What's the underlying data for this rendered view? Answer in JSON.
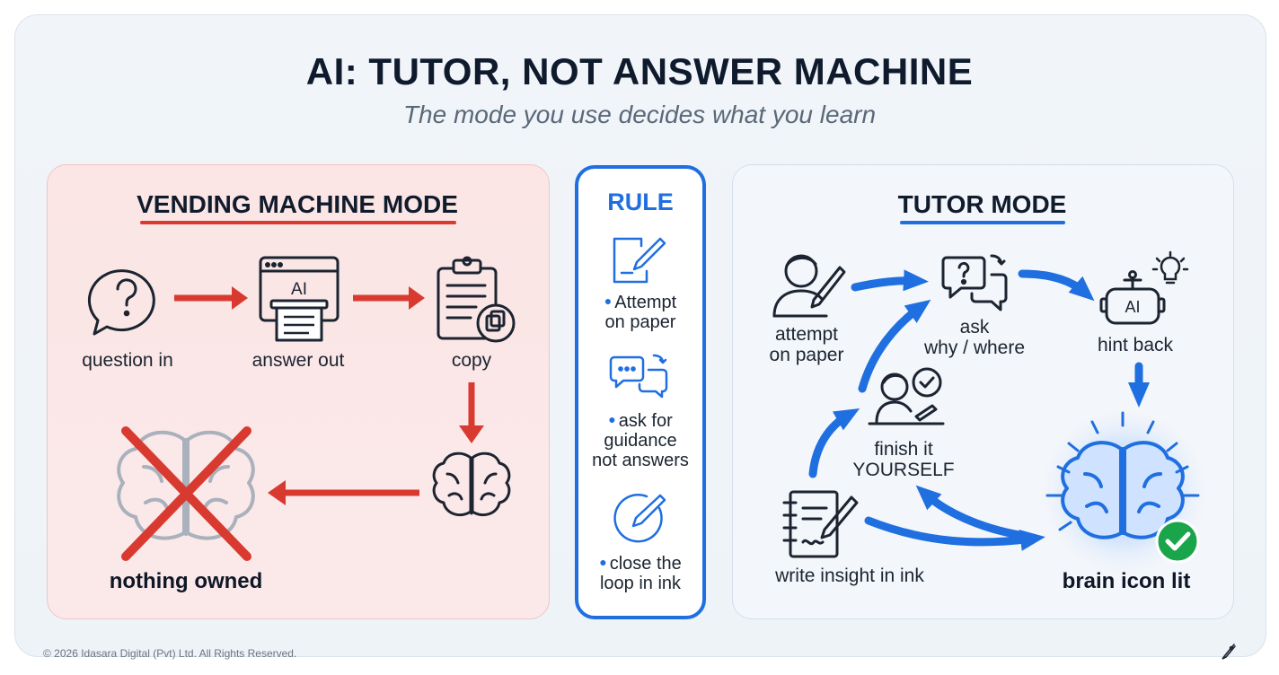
{
  "title": "AI: TUTOR, NOT ANSWER MACHINE",
  "subtitle": "The mode you use decides what you learn",
  "vending": {
    "heading": "VENDING MACHINE MODE",
    "question_label": "question in",
    "answer_label": "answer out",
    "answer_icon_text": "AI",
    "copy_label": "copy",
    "nothing_label": "nothing owned",
    "accent_color": "#d93a30"
  },
  "rule": {
    "heading": "RULE",
    "items": [
      {
        "line1": "Attempt",
        "line2": "on paper",
        "line3": ""
      },
      {
        "line1": "ask for",
        "line2": "guidance",
        "line3": "not answers"
      },
      {
        "line1": "close the",
        "line2": "loop in ink",
        "line3": ""
      }
    ],
    "accent_color": "#1f6fe0"
  },
  "tutor": {
    "heading": "TUTOR MODE",
    "attempt_line1": "attempt",
    "attempt_line2": "on paper",
    "ask_line1": "ask",
    "ask_line2": "why / where",
    "hint_label": "hint back",
    "hint_icon_text": "AI",
    "finish_line1": "finish it",
    "finish_line2": "YOURSELF",
    "write_label": "write insight in ink",
    "brain_label": "brain icon lit",
    "accent_color": "#1f6fe0",
    "success_color": "#1aa54a"
  },
  "footer": "© 2026 Idasara Digital (Pvt) Ltd. All Rights Reserved."
}
